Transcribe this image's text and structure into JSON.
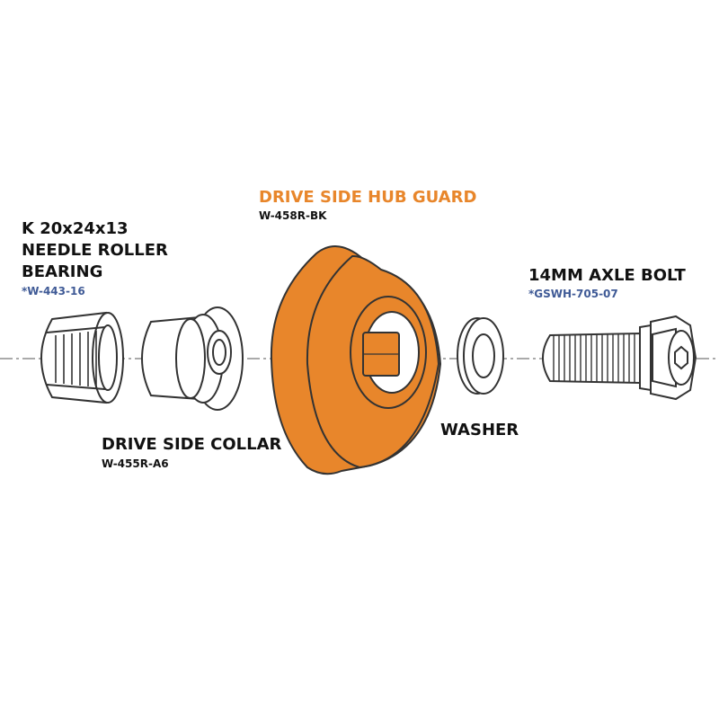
{
  "colors": {
    "outline": "#333333",
    "accent": "#e8862b",
    "accent_dark": "#c96d19",
    "part_code": "#3f5a96",
    "text": "#111111"
  },
  "parts": {
    "bearing": {
      "title_lines": [
        "K 20x24x13",
        "NEEDLE ROLLER",
        "BEARING"
      ],
      "code": "*W-443-16"
    },
    "collar": {
      "title": "DRIVE SIDE COLLAR",
      "code": "W-455R-A6"
    },
    "hub_guard": {
      "title": "DRIVE SIDE HUB GUARD",
      "code": "W-458R-BK"
    },
    "washer": {
      "title": "WASHER"
    },
    "axle_bolt": {
      "title": "14MM AXLE BOLT",
      "code": "*GSWH-705-07"
    }
  }
}
